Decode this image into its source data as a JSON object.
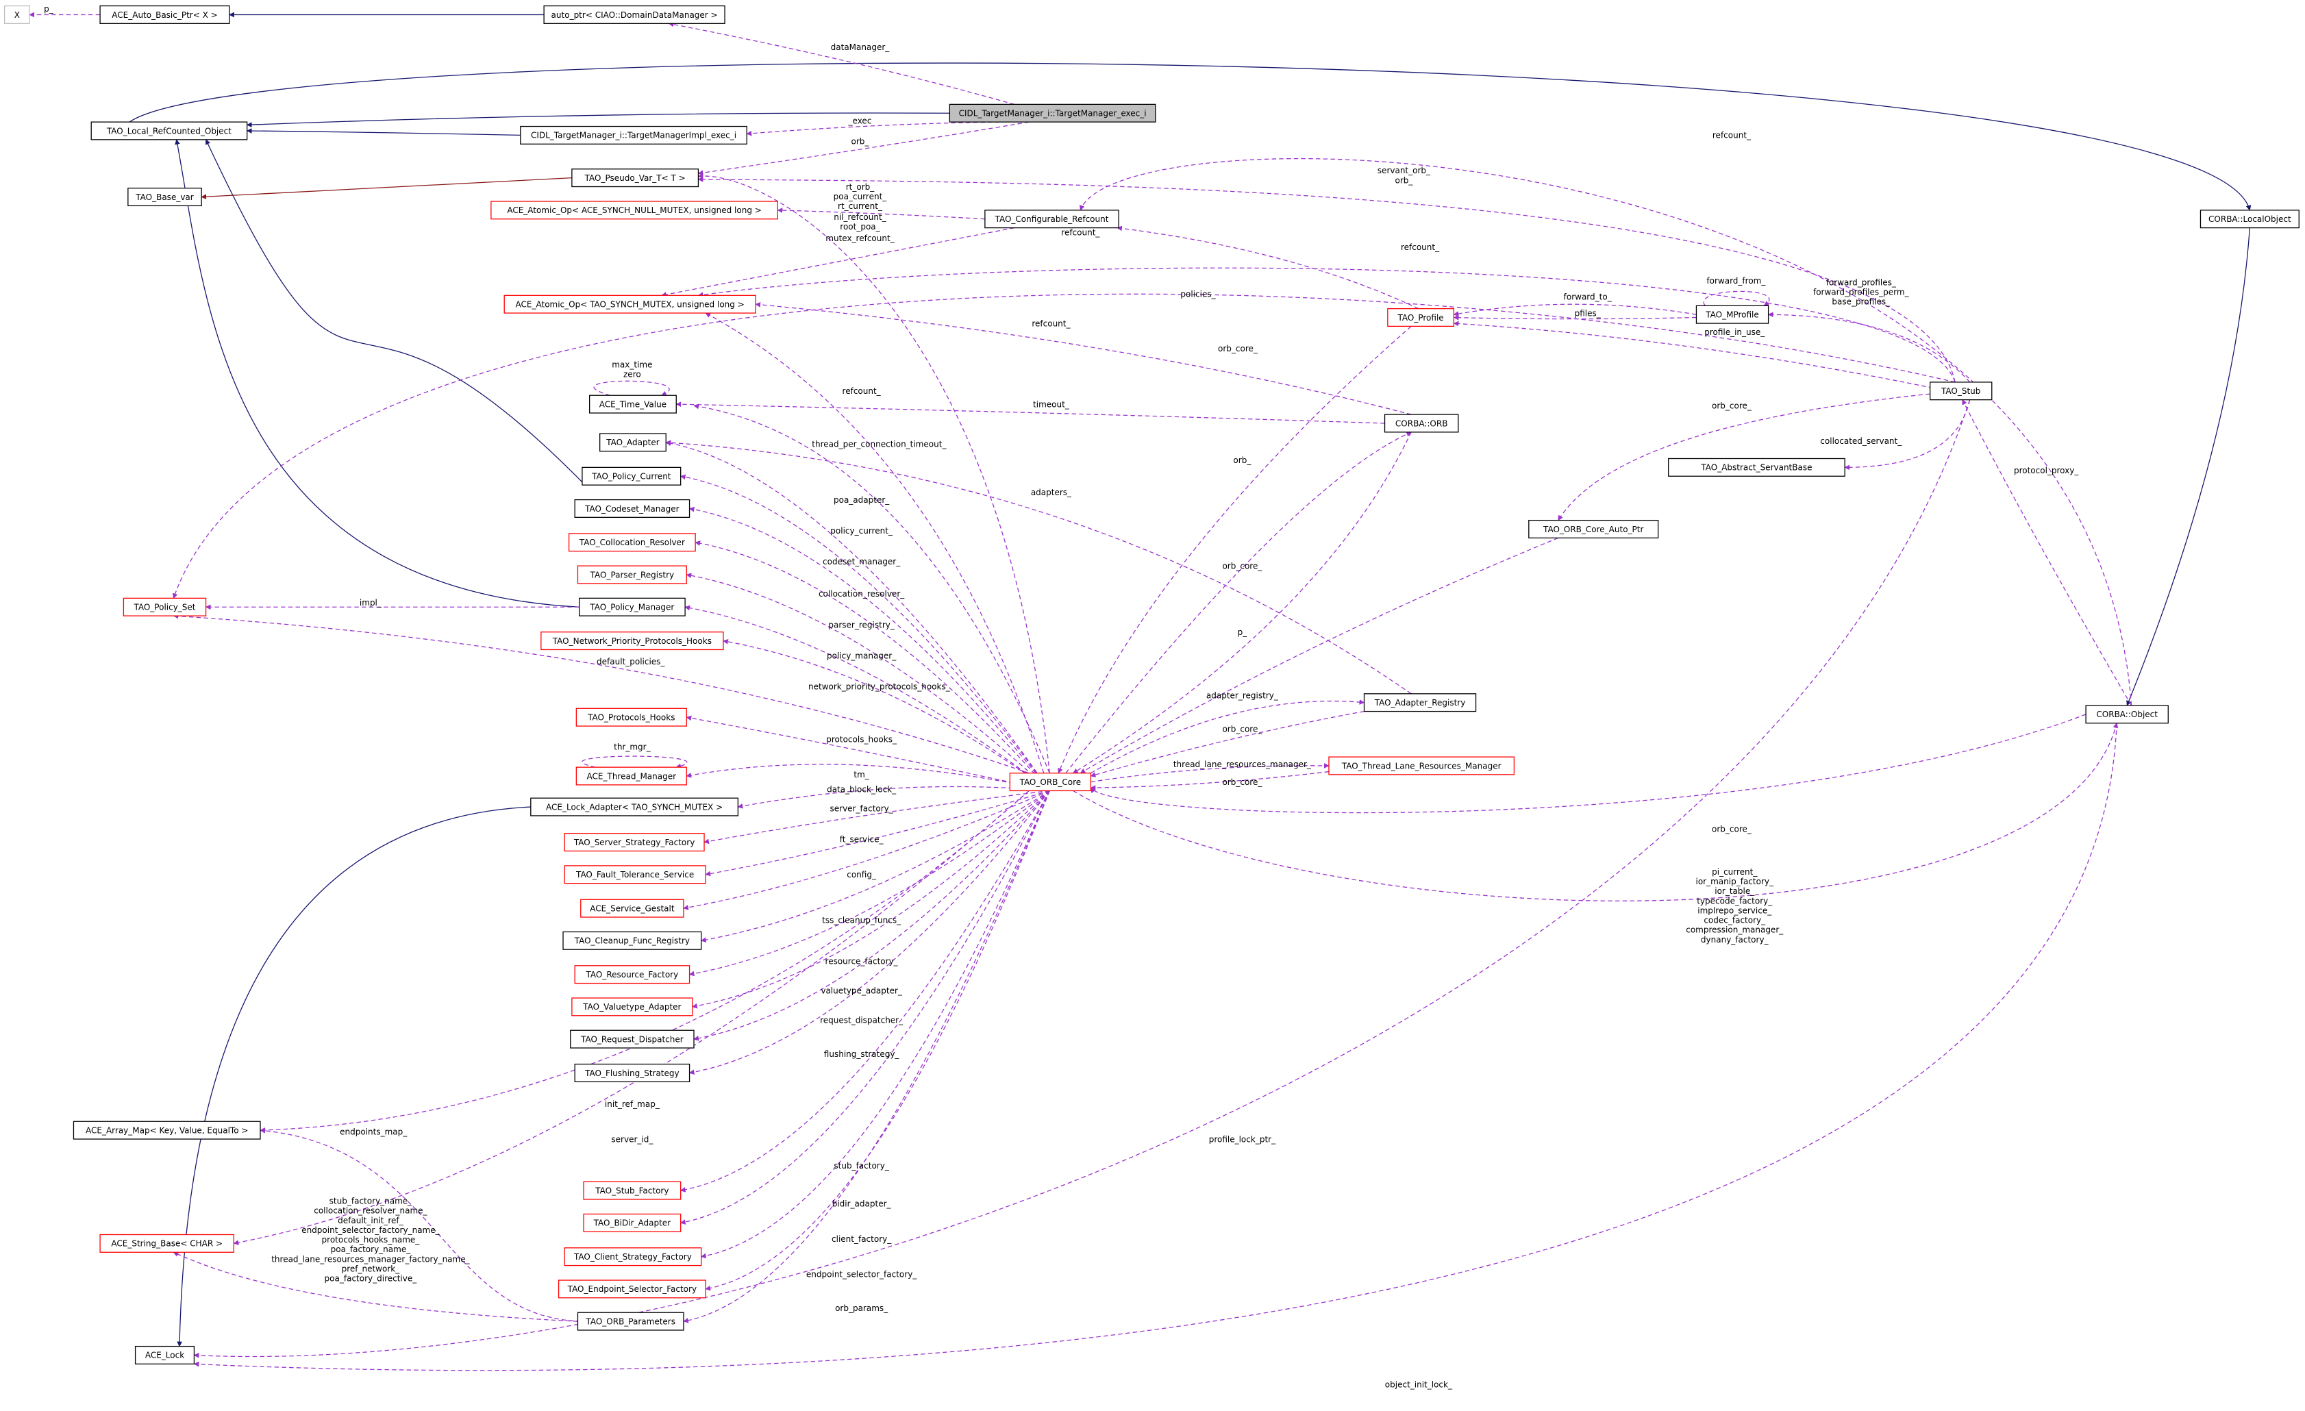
{
  "diagram": {
    "type": "collaboration-graph",
    "colors": {
      "usage": "#9a32cd",
      "inheritance": "#191970",
      "private": "#8b1a1a",
      "incomplete": "#ff0000",
      "focus_fill": "#bfbfbf"
    },
    "nodes": [
      {
        "label": "X",
        "style": "gray"
      },
      {
        "label": "ACE_Auto_Basic_Ptr< X >",
        "style": "normal"
      },
      {
        "label": "auto_ptr< CIAO::DomainDataManager >",
        "style": "normal"
      },
      {
        "label": "TAO_Local_RefCounted_Object",
        "style": "normal"
      },
      {
        "label": "CIDL_TargetManager_i::TargetManager_exec_i",
        "style": "highlight"
      },
      {
        "label": "CIDL_TargetManager_i::TargetManagerImpl_exec_i",
        "style": "normal"
      },
      {
        "label": "TAO_Pseudo_Var_T< T >",
        "style": "normal"
      },
      {
        "label": "TAO_Base_var",
        "style": "normal"
      },
      {
        "label": "ACE_Atomic_Op< ACE_SYNCH_NULL_MUTEX, unsigned long >",
        "style": "red"
      },
      {
        "label": "TAO_Configurable_Refcount",
        "style": "normal"
      },
      {
        "label": "CORBA::LocalObject",
        "style": "normal"
      },
      {
        "label": "ACE_Atomic_Op< TAO_SYNCH_MUTEX, unsigned long >",
        "style": "red"
      },
      {
        "label": "TAO_Profile",
        "style": "red"
      },
      {
        "label": "TAO_MProfile",
        "style": "normal"
      },
      {
        "label": "TAO_Stub",
        "style": "normal"
      },
      {
        "label": "ACE_Time_Value",
        "style": "normal"
      },
      {
        "label": "CORBA::ORB",
        "style": "normal"
      },
      {
        "label": "TAO_Adapter",
        "style": "normal"
      },
      {
        "label": "TAO_Abstract_ServantBase",
        "style": "normal"
      },
      {
        "label": "TAO_Policy_Current",
        "style": "normal"
      },
      {
        "label": "TAO_Codeset_Manager",
        "style": "normal"
      },
      {
        "label": "TAO_ORB_Core_Auto_Ptr",
        "style": "normal"
      },
      {
        "label": "TAO_Collocation_Resolver",
        "style": "red"
      },
      {
        "label": "TAO_Parser_Registry",
        "style": "red"
      },
      {
        "label": "TAO_Policy_Set",
        "style": "red"
      },
      {
        "label": "TAO_Policy_Manager",
        "style": "normal"
      },
      {
        "label": "TAO_Network_Priority_Protocols_Hooks",
        "style": "red"
      },
      {
        "label": "TAO_Adapter_Registry",
        "style": "normal"
      },
      {
        "label": "CORBA::Object",
        "style": "normal"
      },
      {
        "label": "TAO_Protocols_Hooks",
        "style": "red"
      },
      {
        "label": "TAO_Thread_Lane_Resources_Manager",
        "style": "red"
      },
      {
        "label": "ACE_Thread_Manager",
        "style": "red"
      },
      {
        "label": "TAO_ORB_Core",
        "style": "red"
      },
      {
        "label": "ACE_Lock_Adapter< TAO_SYNCH_MUTEX >",
        "style": "normal"
      },
      {
        "label": "TAO_Server_Strategy_Factory",
        "style": "red"
      },
      {
        "label": "TAO_Fault_Tolerance_Service",
        "style": "red"
      },
      {
        "label": "ACE_Service_Gestalt",
        "style": "red"
      },
      {
        "label": "TAO_Cleanup_Func_Registry",
        "style": "normal"
      },
      {
        "label": "TAO_Resource_Factory",
        "style": "red"
      },
      {
        "label": "TAO_Valuetype_Adapter",
        "style": "red"
      },
      {
        "label": "TAO_Request_Dispatcher",
        "style": "normal"
      },
      {
        "label": "TAO_Flushing_Strategy",
        "style": "normal"
      },
      {
        "label": "ACE_Array_Map< Key, Value, EqualTo >",
        "style": "normal"
      },
      {
        "label": "TAO_Stub_Factory",
        "style": "red"
      },
      {
        "label": "TAO_BiDir_Adapter",
        "style": "red"
      },
      {
        "label": "ACE_String_Base< CHAR >",
        "style": "red"
      },
      {
        "label": "TAO_Client_Strategy_Factory",
        "style": "red"
      },
      {
        "label": "TAO_Endpoint_Selector_Factory",
        "style": "red"
      },
      {
        "label": "TAO_ORB_Parameters",
        "style": "normal"
      },
      {
        "label": "ACE_Lock",
        "style": "normal"
      }
    ],
    "edge_labels": [
      [
        "p_"
      ],
      [
        "dataManager_"
      ],
      [
        "_exec"
      ],
      [
        "orb_"
      ],
      [
        "rt_orb_",
        "poa_current_",
        "rt_current_"
      ],
      [
        "nil_refcount_",
        "root_poa_"
      ],
      [
        "mutex_refcount_"
      ],
      [
        "refcount_"
      ],
      [
        "servant_orb_",
        "orb_"
      ],
      [
        "refcount_"
      ],
      [
        "refcount_"
      ],
      [
        "policies_"
      ],
      [
        "forward_from_"
      ],
      [
        "forward_to_"
      ],
      [
        "pfiles_"
      ],
      [
        "forward_profiles_",
        "forward_profiles_perm_",
        "base_profiles_"
      ],
      [
        "profile_in_use_"
      ],
      [
        "refcount_"
      ],
      [
        "orb_core_"
      ],
      [
        "max_time",
        "zero"
      ],
      [
        "refcount_"
      ],
      [
        "timeout_"
      ],
      [
        "orb_core_"
      ],
      [
        "thread_per_connection_timeout_"
      ],
      [
        "collocated_servant_"
      ],
      [
        "orb_"
      ],
      [
        "adapters_"
      ],
      [
        "poa_adapter_"
      ],
      [
        "protocol_proxy_"
      ],
      [
        "policy_current_"
      ],
      [
        "orb_core_"
      ],
      [
        "codeset_manager_"
      ],
      [
        "collocation_resolver_"
      ],
      [
        "impl_"
      ],
      [
        "parser_registry_"
      ],
      [
        "p_"
      ],
      [
        "policy_manager_"
      ],
      [
        "default_policies_"
      ],
      [
        "network_priority_protocols_hooks_"
      ],
      [
        "adapter_registry_"
      ],
      [
        "orb_core_"
      ],
      [
        "protocols_hooks_"
      ],
      [
        "thr_mgr_"
      ],
      [
        "thread_lane_resources_manager_"
      ],
      [
        "tm_"
      ],
      [
        "data_block_lock_"
      ],
      [
        "orb_core_"
      ],
      [
        "server_factory_"
      ],
      [
        "ft_service_"
      ],
      [
        "config_"
      ],
      [
        "orb_core_"
      ],
      [
        "pi_current_",
        "ior_manip_factory_",
        "ior_table_",
        "typecode_factory_",
        "implrepo_service_",
        "codec_factory_",
        "compression_manager_",
        "dynany_factory_"
      ],
      [
        "tss_cleanup_funcs_"
      ],
      [
        "resource_factory_"
      ],
      [
        "valuetype_adapter_"
      ],
      [
        "request_dispatcher_"
      ],
      [
        "flushing_strategy_"
      ],
      [
        "init_ref_map_"
      ],
      [
        "endpoints_map_"
      ],
      [
        "server_id_"
      ],
      [
        "profile_lock_ptr_"
      ],
      [
        "stub_factory_"
      ],
      [
        "bidir_adapter_"
      ],
      [
        "stub_factory_name_",
        "collocation_resolver_name_",
        "default_init_ref_",
        "endpoint_selector_factory_name_",
        "protocols_hooks_name_",
        "poa_factory_name_",
        "thread_lane_resources_manager_factory_name_",
        "pref_network_",
        "poa_factory_directive_"
      ],
      [
        "client_factory_"
      ],
      [
        "endpoint_selector_factory_"
      ],
      [
        "orb_params_"
      ],
      [
        "object_init_lock_"
      ]
    ]
  }
}
